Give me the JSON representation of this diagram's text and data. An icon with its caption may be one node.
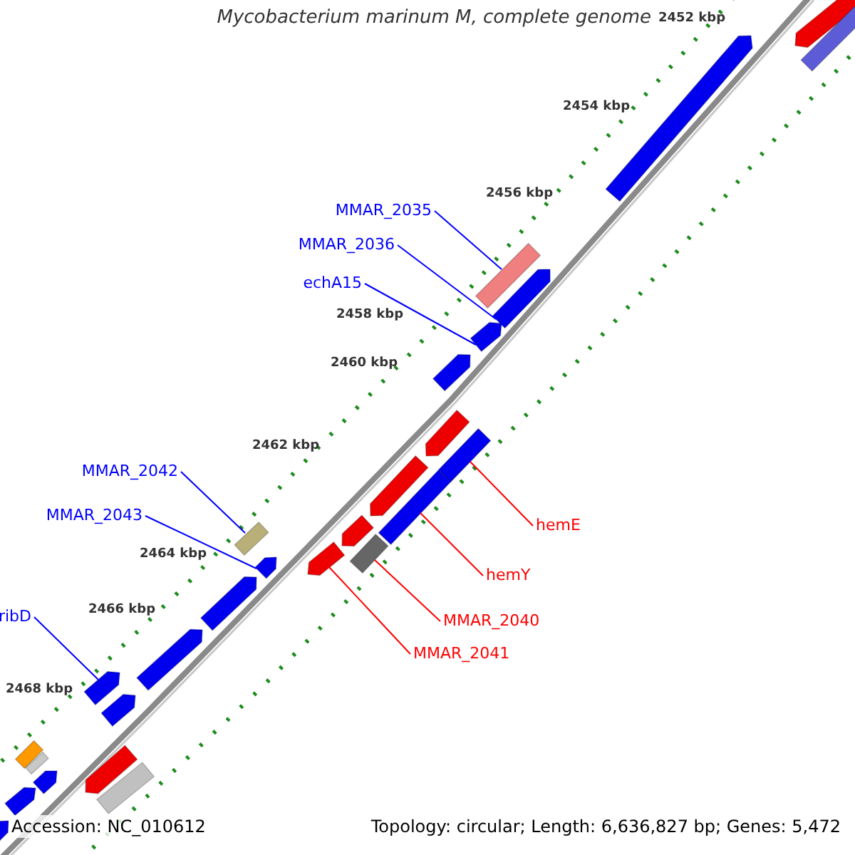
{
  "diagram": {
    "title": "Mycobacterium marinum M, complete genome",
    "nodes": [
      {
        "text": [
          "MMAR_2035"
        ]
      },
      {
        "text": [
          "MMAR_2036"
        ]
      },
      {
        "text": [
          "echA15"
        ]
      },
      {
        "text": [
          "MMAR_2042"
        ]
      },
      {
        "text": [
          "MMAR_2043"
        ]
      },
      {
        "text": [
          "ribD"
        ]
      },
      {
        "text": [
          "hemE"
        ]
      },
      {
        "text": [
          "hemY"
        ]
      },
      {
        "text": [
          "MMAR_2040"
        ]
      },
      {
        "text": [
          "MMAR_2041"
        ]
      },
      {
        "text": [],
        "shape": "box"
      },
      {
        "text": [],
        "shape": "arrow"
      },
      {
        "text": [],
        "shape": "arrow"
      },
      {
        "text": [],
        "shape": "box"
      },
      {
        "text": [],
        "shape": "arrow"
      },
      {
        "text": [],
        "shape": "arrow"
      },
      {
        "text": [],
        "shape": "box"
      },
      {
        "text": [],
        "shape": "box"
      },
      {
        "text": [],
        "shape": "box"
      },
      {
        "text": [],
        "shape": "arrow"
      },
      {
        "text": [],
        "shape": "arrow"
      },
      {
        "text": [],
        "shape": "arrow"
      },
      {
        "text": [],
        "shape": "arrow"
      },
      {
        "text": [],
        "shape": "arrow"
      },
      {
        "text": [],
        "shape": "arrow"
      },
      {
        "text": [],
        "shape": "box"
      },
      {
        "text": [],
        "shape": "box"
      },
      {
        "text": [],
        "shape": "arrow"
      },
      {
        "text": [],
        "shape": "arrow"
      },
      {
        "text": [],
        "shape": "arrow"
      },
      {
        "text": [],
        "shape": "arrow"
      },
      {
        "text": [],
        "shape": "arrow"
      },
      {
        "text": [],
        "shape": "arrow"
      },
      {
        "text": [],
        "shape": "arrow"
      },
      {
        "text": [],
        "shape": "box"
      },
      {
        "text": [],
        "shape": "arrow"
      },
      {
        "text": [],
        "shape": "box"
      }
    ],
    "edges": [
      {
        "from": 0,
        "to": 10,
        "arrow": "none"
      },
      {
        "from": 1,
        "to": 11,
        "arrow": "none"
      },
      {
        "from": 2,
        "to": 12,
        "arrow": "none"
      },
      {
        "from": 3,
        "to": 13,
        "arrow": "none"
      },
      {
        "from": 4,
        "to": 14,
        "arrow": "none"
      },
      {
        "from": 5,
        "to": 15,
        "arrow": "none"
      },
      {
        "from": 6,
        "to": 16,
        "arrow": "none",
        "color": "#ff0000"
      },
      {
        "from": 7,
        "to": 17,
        "arrow": "none",
        "color": "#ff0000"
      },
      {
        "from": 8,
        "to": 18,
        "arrow": "none",
        "color": "#ff0000"
      },
      {
        "from": 9,
        "to": 19,
        "arrow": "none",
        "color": "#ff0000"
      }
    ],
    "labels": [
      "2452 kbp",
      "2454 kbp",
      "2456 kbp",
      "2458 kbp",
      "2460 kbp",
      "2462 kbp",
      "2464 kbp",
      "2466 kbp",
      "2468 kbp",
      "Accession: NC_010612",
      "Topology: circular; Length: 6,636,827 bp; Genes: 5,472"
    ]
  }
}
